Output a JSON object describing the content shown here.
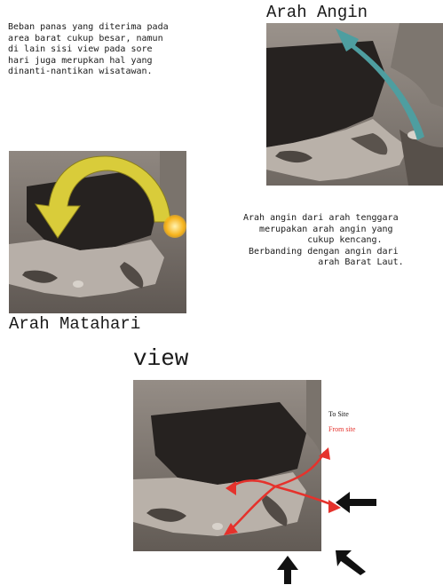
{
  "sun_section": {
    "note": "Beban panas yang diterima pada\narea barat cukup besar, namun\ndi lain sisi view pada sore\nhari juga merupkan hal yang\ndinanti-nantikan wisatawan.",
    "caption": "Arah Matahari",
    "arrow_color": "#d9cc3a",
    "sun_color": "#f6b21a"
  },
  "wind_section": {
    "title": "Arah Angin",
    "note": "Arah angin dari arah tenggara\n   merupakan arah angin yang\n            cukup kencang.\n Berbanding dengan angin dari\n              arah Barat Laut.",
    "arrow_color": "#4e9ea0"
  },
  "view_section": {
    "title": "view",
    "legend": {
      "to_site": "To Site",
      "from_site": "From site",
      "to_site_color": "#111111",
      "from_site_color": "#e5322c"
    }
  }
}
